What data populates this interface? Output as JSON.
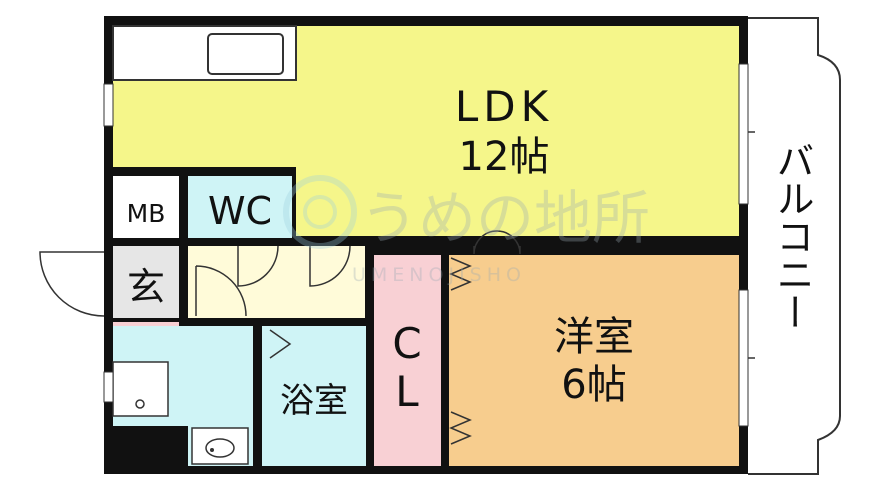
{
  "rooms": {
    "ldk": {
      "name": "LDK",
      "size": "12帖",
      "color": "#f5f68a"
    },
    "western": {
      "name": "洋室",
      "size": "6帖",
      "color": "#f7cd8e"
    },
    "closet": {
      "name": "C",
      "name2": "L",
      "color": "#f8d0d4"
    },
    "bath": {
      "name": "浴室",
      "color": "#cff4f6"
    },
    "wc": {
      "name": "WC",
      "color": "#cff4f6"
    },
    "mb": {
      "name": "MB"
    },
    "entrance": {
      "name": "玄",
      "color": "#e6e6e6"
    },
    "corridor": {
      "color": "#fffbd9"
    },
    "balcony": {
      "name": "バルコニー"
    }
  },
  "watermark": {
    "text": "うめの地所",
    "subtext": "UMENOJISHO"
  }
}
